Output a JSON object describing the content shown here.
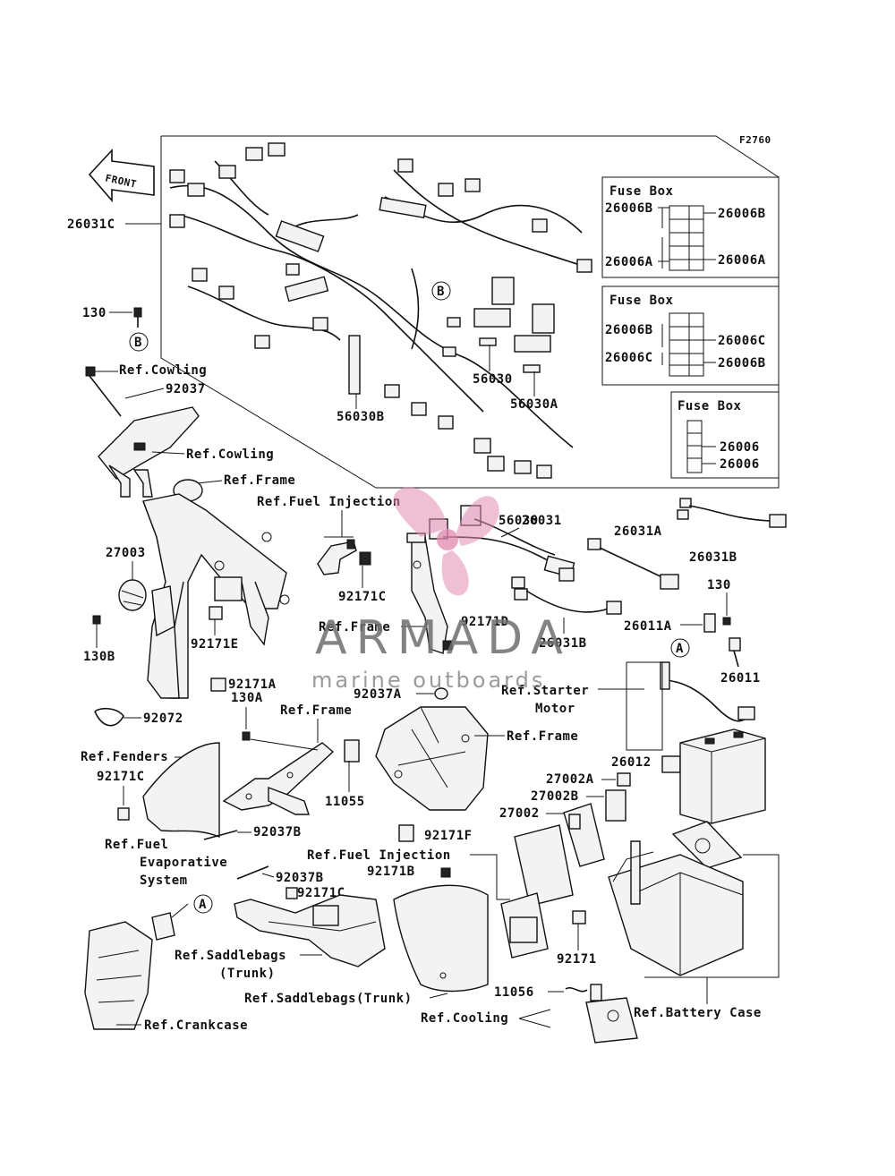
{
  "figure_code": "F2760",
  "front_arrow": "FRONT",
  "fuse_boxes": [
    {
      "title": "Fuse Box",
      "left": [
        "26006B",
        "26006A"
      ],
      "right": [
        "26006B",
        "26006A"
      ]
    },
    {
      "title": "Fuse Box",
      "left": [
        "26006B",
        "26006C"
      ],
      "right": [
        "26006C",
        "26006B"
      ]
    },
    {
      "title": "Fuse Box",
      "left": [],
      "right": [
        "26006",
        "26006"
      ]
    }
  ],
  "labels": {
    "l26031C": "26031C",
    "l130": "130",
    "lB1": "B",
    "lB2": "B",
    "cowl1": "Ref.Cowling",
    "l92037": "92037",
    "cowl2": "Ref.Cowling",
    "frame1": "Ref.Frame",
    "fuelinj1": "Ref.Fuel Injection",
    "l56030": "56030",
    "l56030A": "56030A",
    "l56030B": "56030B",
    "l26031": "26031",
    "l26031A": "26031A",
    "l26031B_r": "26031B",
    "l26031B": "26031B",
    "l130r": "130",
    "l26011A": "26011A",
    "lA1": "A",
    "l26011": "26011",
    "l27003": "27003",
    "l92171C1": "92171C",
    "l92171D": "92171D",
    "frame2": "Ref.Frame",
    "l130B": "130B",
    "l92171E": "92171E",
    "l92171A": "92171A",
    "l130A": "130A",
    "l92037A": "92037A",
    "starter1": "Ref.Starter",
    "starter2": "Motor",
    "l92072": "92072",
    "frame3": "Ref.Frame",
    "frame4": "Ref.Frame",
    "fenders": "Ref.Fenders",
    "l92171C2": "92171C",
    "l26012": "26012",
    "l27002A": "27002A",
    "l27002B": "27002B",
    "l27002": "27002",
    "l11055": "11055",
    "evap1": "Ref.Fuel",
    "evap2": "Evaporative",
    "evap3": "System",
    "l92037B1": "92037B",
    "l92171F": "92171F",
    "fuelinj2": "Ref.Fuel Injection",
    "l92171B": "92171B",
    "l92037B2": "92037B",
    "l92171C3": "92171C",
    "lA2": "A",
    "saddle1": "Ref.Saddlebags",
    "saddle2": "(Trunk)",
    "saddle3": "Ref.Saddlebags(Trunk)",
    "l92171": "92171",
    "l11056": "11056",
    "cooling": "Ref.Cooling",
    "battery": "Ref.Battery Case",
    "crankcase": "Ref.Crankcase"
  },
  "watermark": {
    "title": "ARMADA",
    "subtitle": "marine outboards",
    "accent": "#e28bb0"
  }
}
